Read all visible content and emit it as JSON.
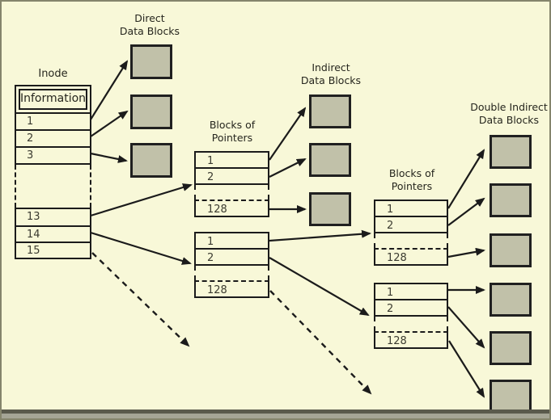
{
  "labels": {
    "inode": "Inode",
    "direct_blocks": {
      "line1": "Direct",
      "line2": "Data Blocks"
    },
    "indirect_blocks": {
      "line1": "Indirect",
      "line2": "Data Blocks"
    },
    "double_indirect_blocks": {
      "line1": "Double Indirect",
      "line2": "Data Blocks"
    },
    "pointers_middle": {
      "line1": "Blocks of",
      "line2": "Pointers"
    },
    "pointers_right": {
      "line1": "Blocks of",
      "line2": "Pointers"
    }
  },
  "inode_table": {
    "header": "Information",
    "rows_top": [
      "1",
      "2",
      "3"
    ],
    "rows_bottom": [
      "13",
      "14",
      "15"
    ]
  },
  "pointer_tables": {
    "middle_top": {
      "rows": [
        "1",
        "2",
        "128"
      ]
    },
    "middle_bottom": {
      "rows": [
        "1",
        "2",
        "128"
      ]
    },
    "right_top": {
      "rows": [
        "1",
        "2",
        "128"
      ]
    },
    "right_bottom": {
      "rows": [
        "1",
        "2",
        "128"
      ]
    }
  },
  "colors": {
    "background": "#f8f8d8",
    "block_fill": "#c1c1a9",
    "line": "#1b1b1b"
  }
}
